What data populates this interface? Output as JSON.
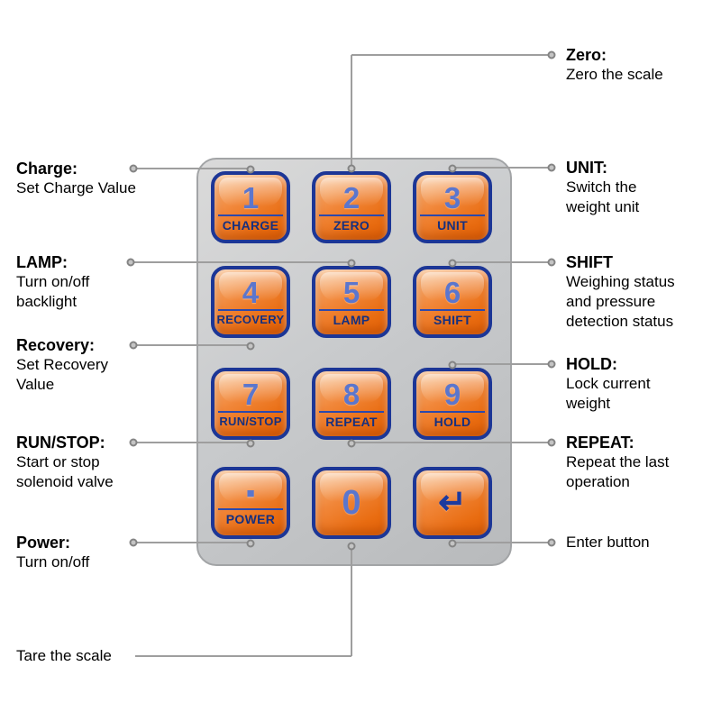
{
  "keypad": {
    "buttons": [
      {
        "num": "1",
        "label": "CHARGE"
      },
      {
        "num": "2",
        "label": "ZERO"
      },
      {
        "num": "3",
        "label": "UNIT"
      },
      {
        "num": "4",
        "label": "RECOVERY"
      },
      {
        "num": "5",
        "label": "LAMP"
      },
      {
        "num": "6",
        "label": "SHIFT"
      },
      {
        "num": "7",
        "label": "RUN/STOP"
      },
      {
        "num": "8",
        "label": "REPEAT"
      },
      {
        "num": "9",
        "label": "HOLD"
      },
      {
        "num": "■",
        "label": "POWER"
      },
      {
        "num": "0",
        "label": ""
      },
      {
        "num": "↵",
        "label": ""
      }
    ]
  },
  "annotations": {
    "zero": {
      "title": "Zero:",
      "lines": [
        "Zero the scale"
      ]
    },
    "charge": {
      "title": "Charge:",
      "lines": [
        "Set Charge Value"
      ]
    },
    "unit": {
      "title": "UNIT:",
      "lines": [
        "Switch the",
        "weight unit"
      ]
    },
    "lamp": {
      "title": "LAMP:",
      "lines": [
        "Turn on/off",
        "backlight"
      ]
    },
    "shift": {
      "title": "SHIFT",
      "lines": [
        "Weighing status",
        "and pressure",
        "detection status"
      ]
    },
    "recovery": {
      "title": "Recovery:",
      "lines": [
        "Set Recovery",
        "Value"
      ]
    },
    "hold": {
      "title": "HOLD:",
      "lines": [
        "Lock current",
        "weight"
      ]
    },
    "runstop": {
      "title": "RUN/STOP:",
      "lines": [
        "Start or stop",
        "solenoid valve"
      ]
    },
    "repeat": {
      "title": "REPEAT:",
      "lines": [
        "Repeat the last",
        "operation"
      ]
    },
    "power": {
      "title": "Power:",
      "lines": [
        "Turn on/off"
      ]
    },
    "enter": {
      "title": "",
      "lines": [
        "Enter button"
      ]
    },
    "tare": {
      "title": "",
      "lines": [
        "Tare the scale"
      ]
    }
  },
  "colors": {
    "button_face": "#ef7e22",
    "button_border": "#1c3696",
    "number_blue": "#5b76cd",
    "label_navy": "#16307f",
    "panel_gray": "#c6c8ca",
    "connector_gray": "#9e9e9e"
  }
}
